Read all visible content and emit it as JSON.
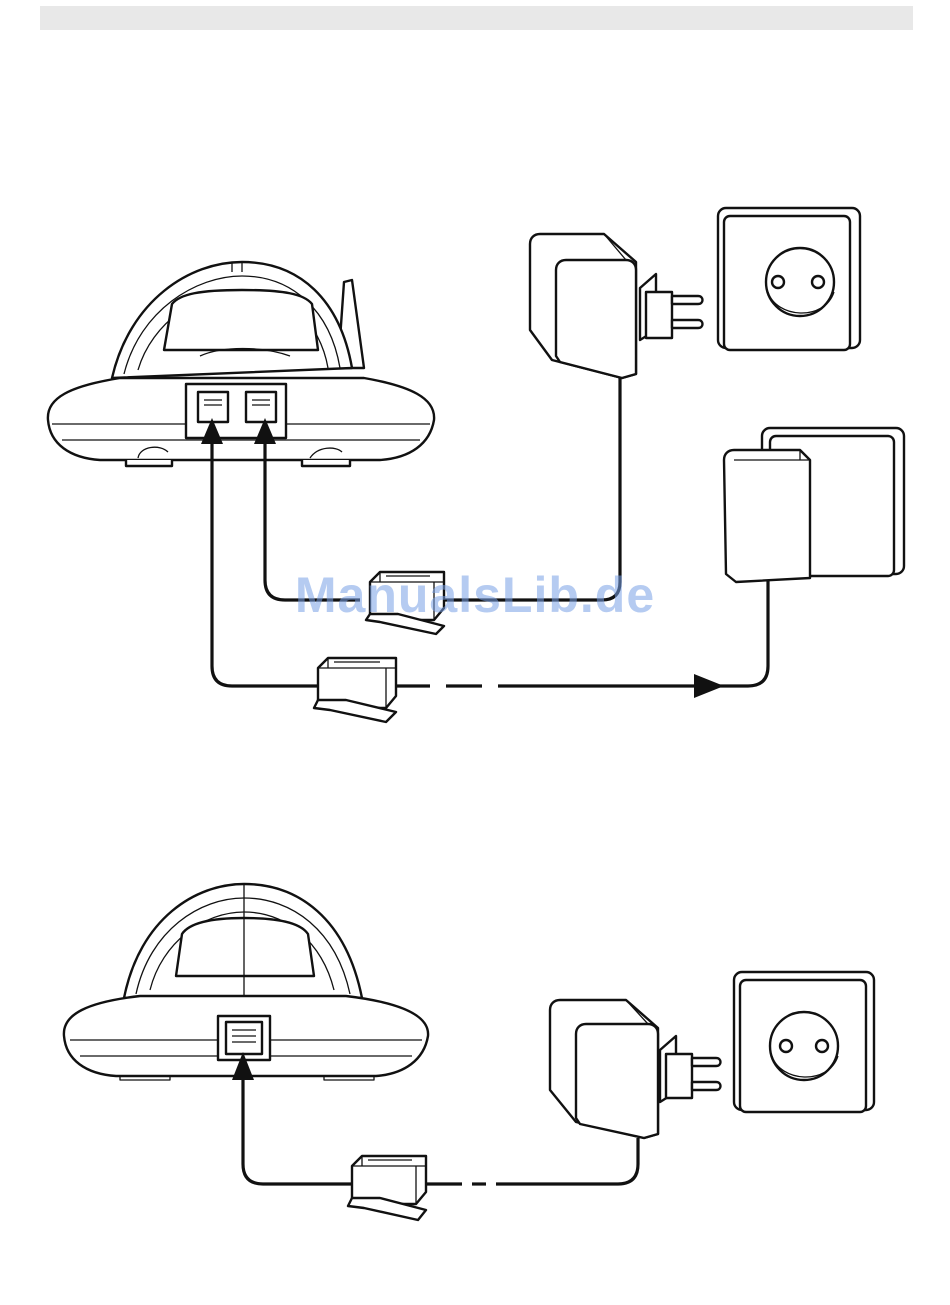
{
  "watermark": "ManualsLib.de",
  "colors": {
    "line": "#111111",
    "header_bar": "#e8e8e8",
    "watermark": "#78a0e6"
  },
  "icons": [
    "base-station",
    "charger-base",
    "power-adapter",
    "wall-socket",
    "telephone-wall-socket",
    "modular-plug",
    "arrow"
  ]
}
